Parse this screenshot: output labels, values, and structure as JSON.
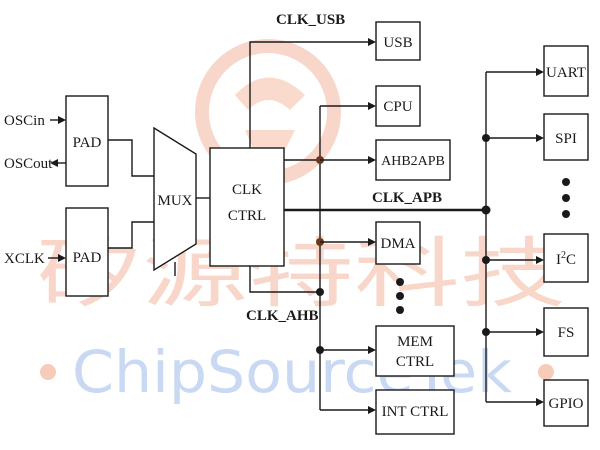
{
  "watermark": {
    "chinese": "矽源特科技",
    "english": "ChipSourceTek",
    "logo": "chipsourcetek-logo",
    "cn_color": "#f3b59c",
    "en_color": "#9db8ea"
  },
  "inputs": {
    "oscin": "OSCin",
    "oscout": "OSCout",
    "xclk": "XCLK"
  },
  "blocks": {
    "pad_top": "PAD",
    "pad_bottom": "PAD",
    "mux": "MUX",
    "clk_ctrl_line1": "CLK",
    "clk_ctrl_line2": "CTRL"
  },
  "bus_labels": {
    "clk_usb": "CLK_USB",
    "clk_apb": "CLK_APB",
    "clk_ahb": "CLK_AHB"
  },
  "ahb_peripherals": {
    "usb": "USB",
    "cpu": "CPU",
    "ahb2apb": "AHB2APB",
    "dma": "DMA",
    "mem_ctrl_line1": "MEM",
    "mem_ctrl_line2": "CTRL",
    "int_ctrl": "INT CTRL"
  },
  "apb_peripherals": {
    "uart": "UART",
    "spi": "SPI",
    "i2c_base": "I",
    "i2c_sup": "2",
    "i2c_end": "C",
    "fs": "FS",
    "gpio": "GPIO"
  }
}
